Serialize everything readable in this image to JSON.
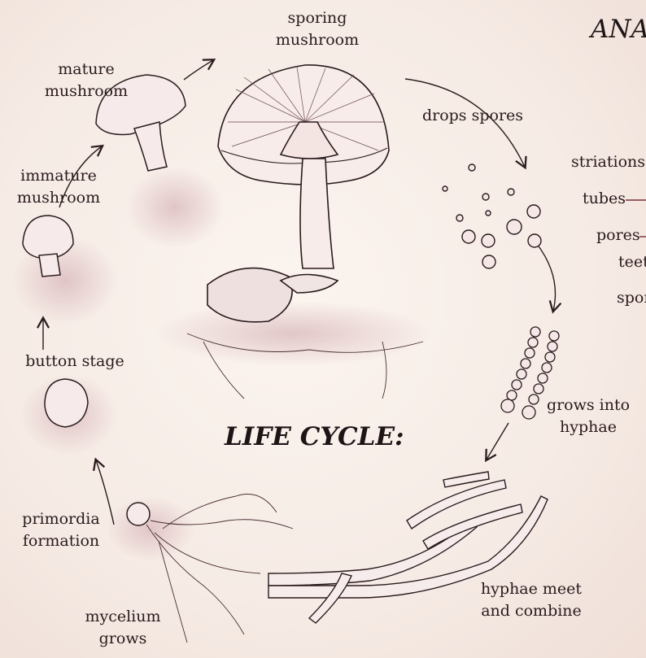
{
  "title": "LIFE CYCLE:",
  "anatomy_title": "ANA",
  "stages": {
    "sporing": [
      "sporing",
      "mushroom"
    ],
    "drops": [
      "drops spores"
    ],
    "grows_hyphae": [
      "grows into",
      "hyphae"
    ],
    "hyphae_meet": [
      "hyphae meet",
      "and combine"
    ],
    "mycelium": [
      "mycelium",
      "grows"
    ],
    "primordia": [
      "primordia",
      "formation"
    ],
    "button": [
      "button stage"
    ],
    "immature": [
      "immature",
      "mushroom"
    ],
    "mature": [
      "mature",
      "mushroom"
    ]
  },
  "anatomy_labels": {
    "striations": "striations",
    "tubes": "tubes",
    "pores": "pores",
    "teeth": "teet",
    "spores": "spor"
  },
  "colors": {
    "ink": "#2a1a1d",
    "accent": "#7a2f3c",
    "wash": "#d9b9bd"
  }
}
